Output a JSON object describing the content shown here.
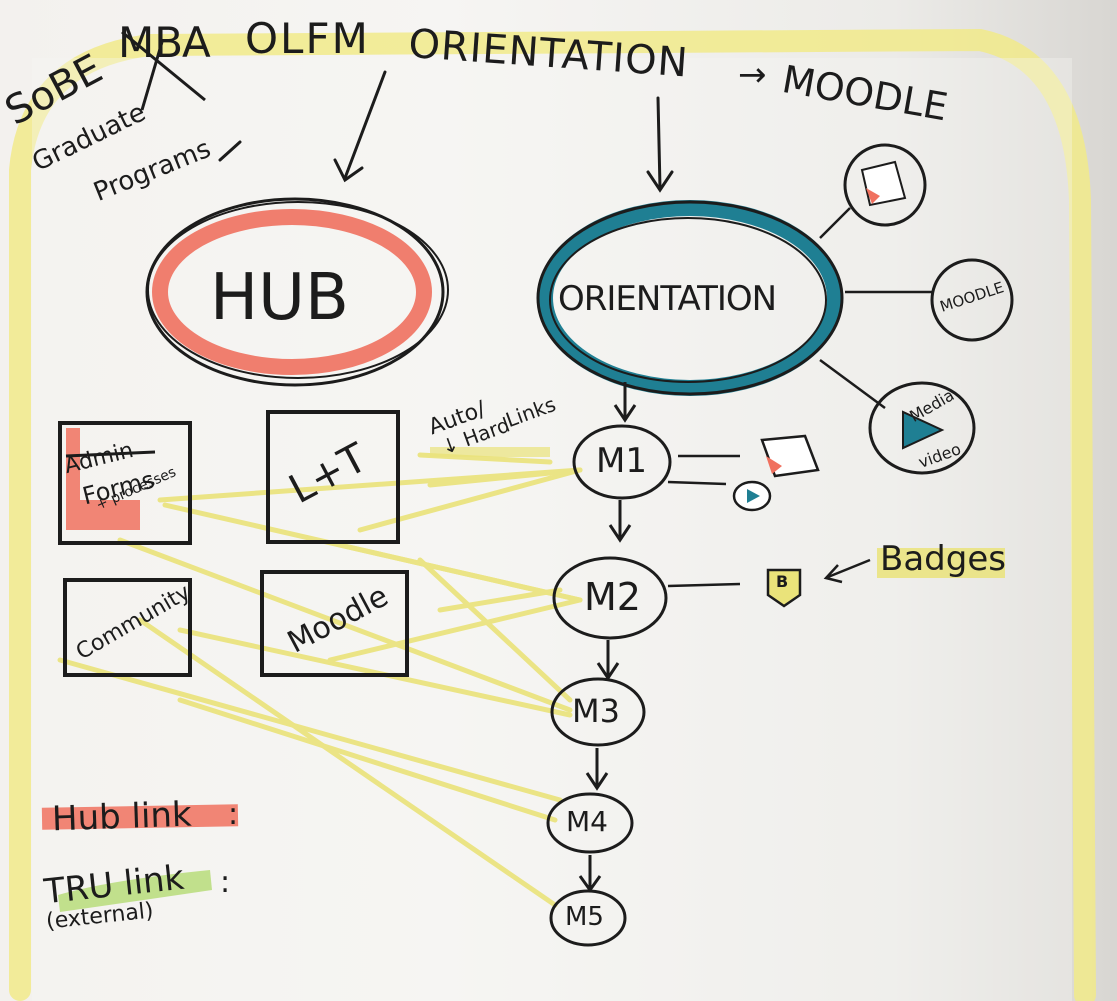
{
  "header": {
    "sobe": "SoBE",
    "graduate_programs_1": "Graduate",
    "graduate_programs_2": "Programs",
    "mba_struck": "MB",
    "mba_a": "A",
    "olfm": "OLFM",
    "orientation": "ORIENTATION",
    "arrow": "→",
    "moodle": "MOODLE"
  },
  "nodes": {
    "hub": "HUB",
    "orientation": "ORIENTATION",
    "moodle_bubble": "MOODLE",
    "media_1": "Media",
    "media_2": "video"
  },
  "hub_boxes": {
    "admin_struck": "Admin",
    "forms": "Forms",
    "processes": "+ processes",
    "lt": "L+T",
    "community": "Community",
    "moodle": "Moodle"
  },
  "annotations": {
    "auto_1": "Auto/",
    "auto_2": "↓ Hard",
    "auto_3": "Links",
    "badges": "Badges",
    "badge_letter": "B"
  },
  "modules": [
    "M1",
    "M2",
    "M3",
    "M4",
    "M5"
  ],
  "legend": {
    "hub_link": "Hub link",
    "tru_link": "TRU link",
    "tru_note": "(external)",
    "colon": ":"
  },
  "colors": {
    "hub_red": "#f0715f",
    "orientation_teal": "#1f7f93",
    "link_yellow": "#eae37a",
    "border_yellow": "#f1ea8a",
    "tru_green": "#b7dc7a",
    "ink": "#1c1c1c"
  }
}
